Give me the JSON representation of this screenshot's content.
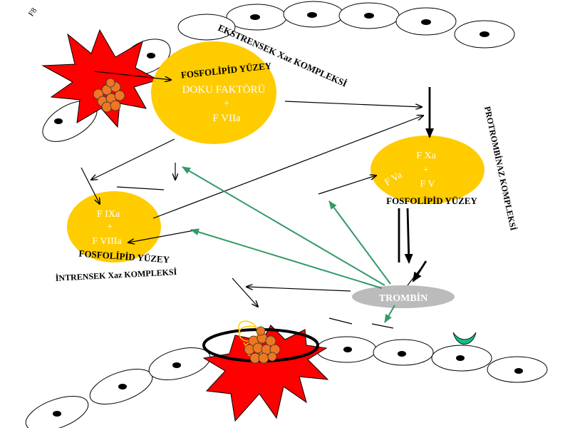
{
  "colors": {
    "surface": "#ffcc00",
    "burst": "#ff0000",
    "platelet": "#ee7722",
    "thrombin": "#bbbbbb",
    "green_arrow": "#339966",
    "black": "#000000",
    "moon": "#11bb88"
  },
  "tissue_factor_complex": {
    "surface_label": "FOSFOLİPİD YÜZEY",
    "line1": "DOKU FAKTÖRÜ",
    "plus": "+",
    "line2": "F VIIa"
  },
  "extrinsic_label": "EKSTRENSEK Xaz KOMPLEKSİ",
  "prothrombinase": {
    "line1": "F Xa",
    "plus": "+",
    "line2": "F V",
    "side_label": "F Va",
    "surface_label": "FOSFOLİPİD YÜZEY",
    "complex_label": "PROTROMBİNAZ KOMPLEKSİ"
  },
  "intrinsic_complex": {
    "line1": "F IXa",
    "plus": "+",
    "line2": "F VIIIa",
    "surface_label": "FOSFOLİPİD YÜZEY",
    "complex_label": "İNTRENSEK Xaz KOMPLEKSİ"
  },
  "thrombin_label": "TROMBİN",
  "corner_mark": "F8"
}
